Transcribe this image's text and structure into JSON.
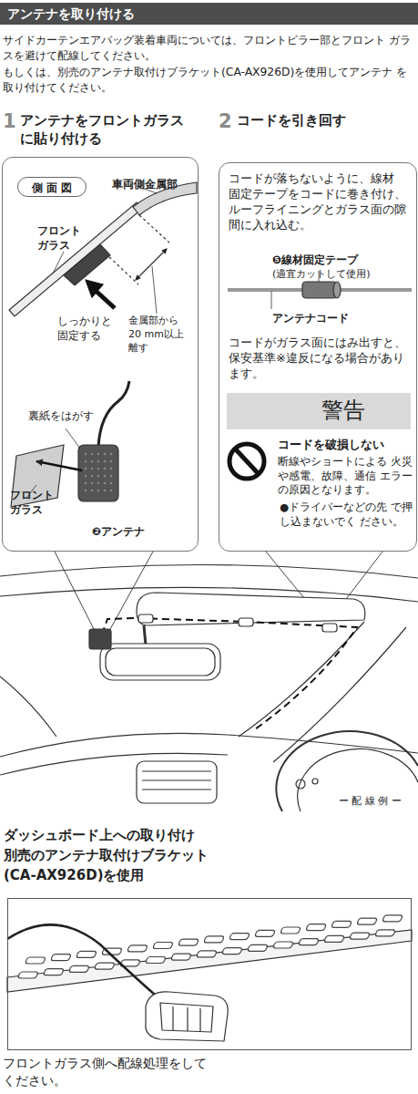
{
  "diagram": {
    "title": "アンテナを取り付ける",
    "nodes": [
      {
        "text": [
          "車両側金属部",
          "フロント ガラス",
          "しっかりと 固定する",
          "金属部から 20 mm以上 離す",
          "裏紙をはがす",
          "フロント ガラス",
          "❷アンテナ"
        ]
      },
      {
        "text": [
          "側 面 図"
        ],
        "in": 0
      },
      {
        "text": [
          "コードが落ちないように、線材 固定テープをコードに巻き付け、 ルーフライニングとガラス面の隙 間に入れ込む。",
          "❺線材固定テープ",
          "(適宜カットして使用)",
          "アンテナコード",
          "コードがガラス面にはみ出すと、 保安基準※違反になる場合があり ます。",
          "コードを破損しない",
          "断線やショートによる 火災や感電、故障、通信 エラーの原因となります。",
          "●ドライバーなどの先 で押し込まないでく ださい。"
        ]
      },
      {
        "text": [
          "警告"
        ],
        "in": 2
      },
      {
        "text": [
          "ダッシュボード上への取り付け 別売のアンテナ取付けブラケット (CA-AX926D)を使用"
        ]
      }
    ],
    "labels": [
      "サイドカーテンエアバッグ装着車両については、フロントピラー部とフロント ガラスを避けて配線してください。",
      "もしくは、別売のアンテナ取付けブラケット(CA-AX926D)を使用してアンテナ を取り付けてください。",
      "1",
      "アンテナをフロントガラス に貼り付ける",
      "2",
      "コードを引き回す",
      "ー 配 線 例 ー",
      "フロントガラス側へ配線処理をして ください。"
    ]
  }
}
